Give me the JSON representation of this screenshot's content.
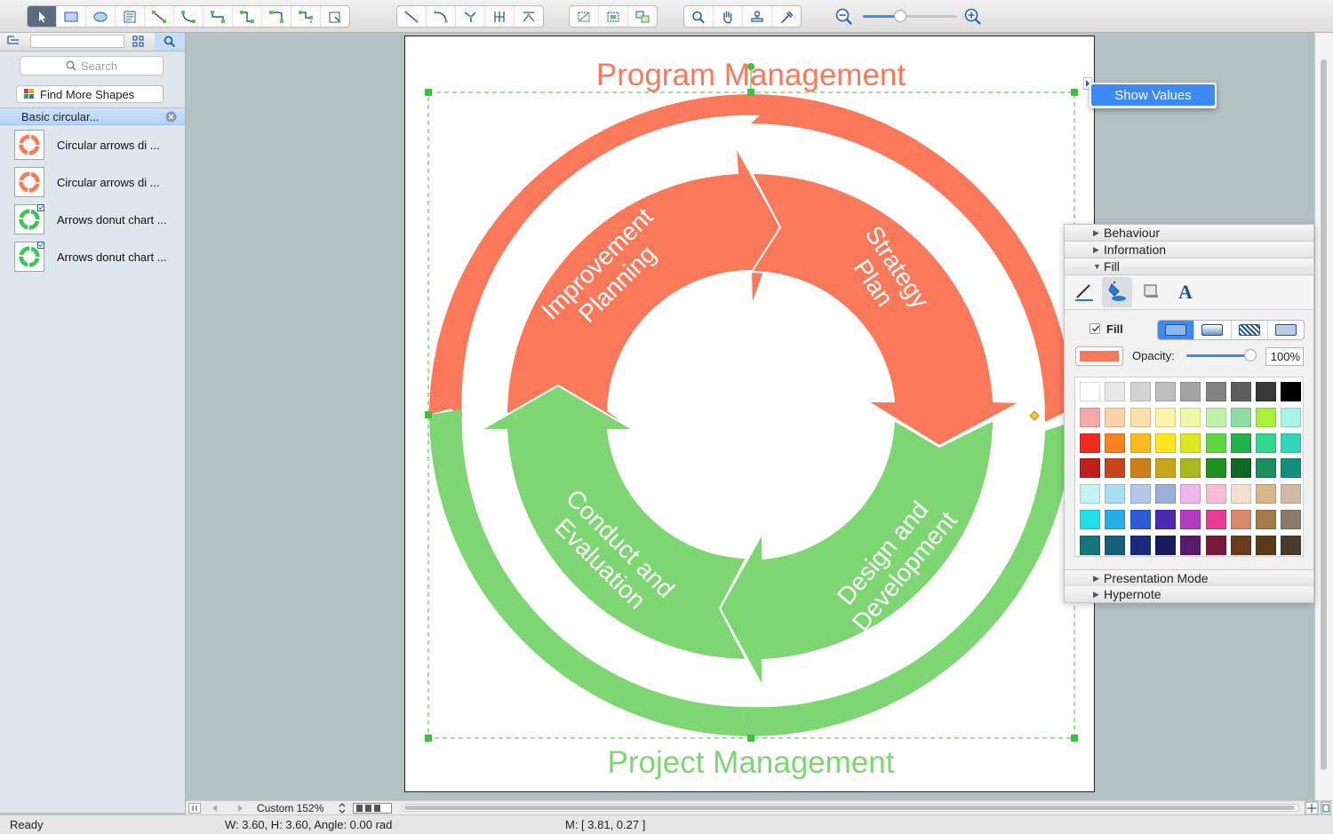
{
  "left_panel": {
    "search_placeholder": "Search",
    "find_more": "Find More Shapes",
    "library_title": "Basic circular...",
    "items": [
      {
        "label": "Circular arrows di ..."
      },
      {
        "label": "Circular arrows di ..."
      },
      {
        "label": "Arrows donut chart ..."
      },
      {
        "label": "Arrows donut chart ..."
      }
    ]
  },
  "diagram": {
    "top_title": "Program Management",
    "bottom_title": "Project Management",
    "segments": {
      "improvement": [
        "Improvement",
        "Planning"
      ],
      "strategy": [
        "Strategy",
        "Plan"
      ],
      "design": [
        "Design and",
        "Development"
      ],
      "conduct": [
        "Conduct and",
        "Evaluation"
      ]
    },
    "colors": {
      "orange": "#f9795a",
      "green": "#7dd672"
    }
  },
  "show_values": "Show Values",
  "properties": {
    "sections_top": [
      "Behaviour",
      "Information",
      "Fill"
    ],
    "sections_bottom": [
      "Presentation Mode",
      "Hypernote"
    ],
    "fill_label": "Fill",
    "opacity_label": "Opacity:",
    "opacity_value": "100%",
    "opacity_fraction": 1.0,
    "fill_color": "#f9795a",
    "palette": [
      [
        "#ffffff",
        "#e8e8e8",
        "#d3d3d3",
        "#bdbdbd",
        "#a3a3a3",
        "#828282",
        "#5e5e5e",
        "#383838",
        "#000000"
      ],
      [
        "#f7a8a8",
        "#fcd2a8",
        "#fce0a8",
        "#fdf3a8",
        "#eef8a8",
        "#bff1aa",
        "#8fdba4",
        "#a8f03b",
        "#a8f5e8"
      ],
      [
        "#f2291f",
        "#f7821f",
        "#fbb91f",
        "#ffe41f",
        "#dbe71f",
        "#5ed63c",
        "#1fb34a",
        "#2ed98c",
        "#2fd6b9"
      ],
      [
        "#c21d1d",
        "#c9431a",
        "#cd7f1a",
        "#c9a41a",
        "#a8b81d",
        "#1f8f1f",
        "#0f6a1f",
        "#198f5e",
        "#138f7e"
      ],
      [
        "#c2f4f6",
        "#a6def5",
        "#b4c7ea",
        "#9daed8",
        "#f0b4f0",
        "#f7bcd6",
        "#f5dfd0",
        "#d8b58a",
        "#cfbaa6"
      ],
      [
        "#1fe0e8",
        "#26aee8",
        "#2a5bd9",
        "#4a2ab0",
        "#b03cc2",
        "#e83c94",
        "#d98a6a",
        "#a47a48",
        "#8a7a6a"
      ],
      [
        "#13777a",
        "#155f7a",
        "#1a2a80",
        "#1a1a5e",
        "#5a1a6a",
        "#7a1a3a",
        "#6a3a1a",
        "#5a3a1a",
        "#4a3a2e"
      ]
    ]
  },
  "bottom": {
    "zoom_label": "Custom 152%"
  },
  "status": {
    "ready": "Ready",
    "dims": "W: 3.60,  H: 3.60,  Angle: 0.00 rad",
    "mouse": "M: [ 3.81, 0.27 ]"
  }
}
